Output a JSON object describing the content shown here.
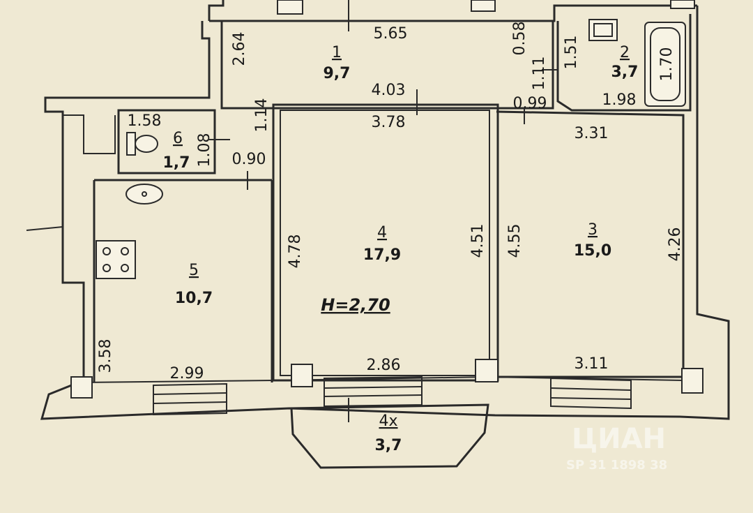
{
  "floor_height": "H=2,70",
  "rooms": [
    {
      "number": "1",
      "area": "9,7"
    },
    {
      "number": "2",
      "area": "3,7"
    },
    {
      "number": "3",
      "area": "15,0"
    },
    {
      "number": "4",
      "area": "17,9"
    },
    {
      "number": "5",
      "area": "10,7"
    },
    {
      "number": "6",
      "area": "1,7"
    },
    {
      "number": "4x",
      "area": "3,7"
    }
  ],
  "dimensions": {
    "d_2_64": "2.64",
    "d_5_65": "5.65",
    "d_0_58": "0.58",
    "d_1_51": "1.51",
    "d_1_11": "1.11",
    "d_1_70": "1.70",
    "d_1_98": "1.98",
    "d_0_99": "0.99",
    "d_4_03": "4.03",
    "d_3_78": "3.78",
    "d_1_14": "1.14",
    "d_1_58": "1.58",
    "d_1_08": "1.08",
    "d_0_90": "0.90",
    "d_3_31": "3.31",
    "d_4_78": "4.78",
    "d_4_51": "4.51",
    "d_4_55": "4.55",
    "d_4_26": "4.26",
    "d_3_58": "3.58",
    "d_2_99": "2.99",
    "d_2_86": "2.86",
    "d_3_11": "3.11"
  },
  "watermark": {
    "logo": "ЦИАН",
    "id": "SP 31 1898 38"
  },
  "icons": [
    "sink-icon",
    "toilet-icon",
    "bathtub-icon",
    "stove-icon",
    "basin-icon"
  ]
}
